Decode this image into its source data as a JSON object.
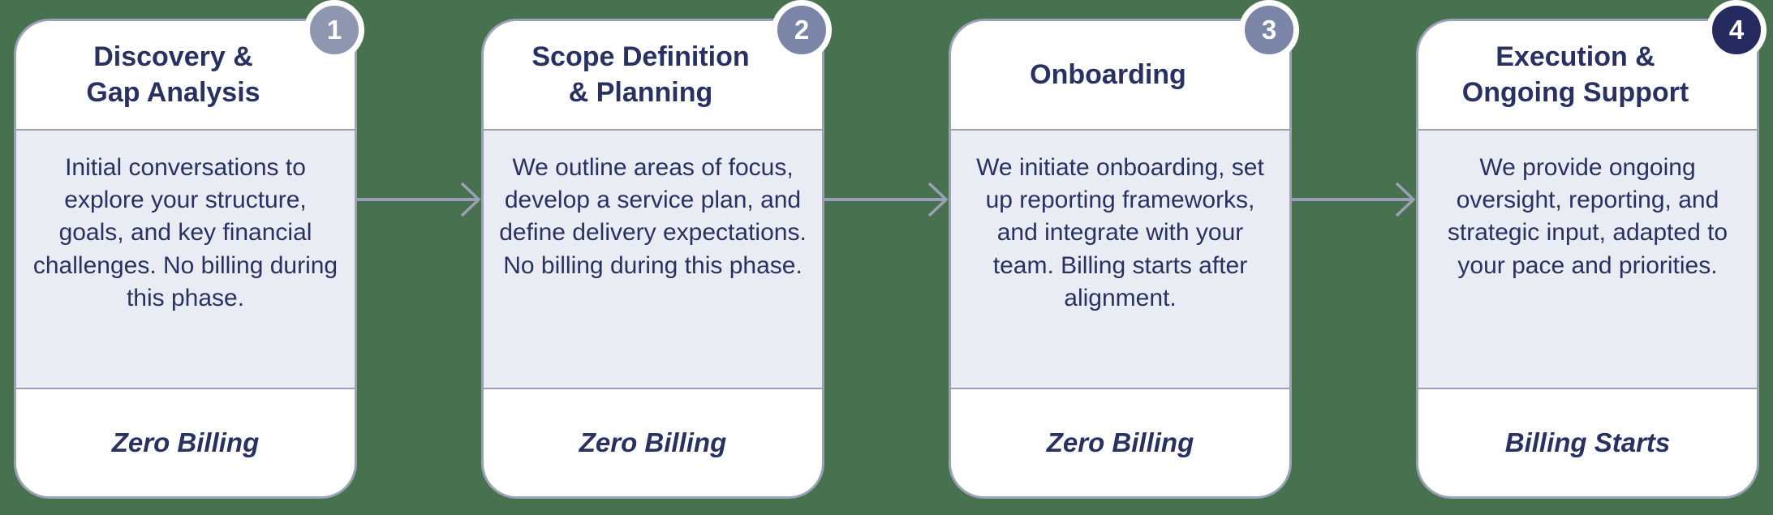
{
  "diagram": {
    "type": "process-flow",
    "step_count": 4
  },
  "colors": {
    "background": "#47714F",
    "card_background": "#FFFFFF",
    "card_body_background": "#E9EDF3",
    "card_border": "#99A1B6",
    "arrow": "#99A1B6",
    "text": "#293163",
    "badge_text": "#FFFFFF"
  },
  "steps": [
    {
      "number": "1",
      "badge_color": "#8F97B0",
      "title": "Discovery &\nGap Analysis",
      "body": "Initial conversations to explore your structure, goals, and key financial challenges. No billing during this phase.",
      "footer": "Zero Billing"
    },
    {
      "number": "2",
      "badge_color": "#7A85A8",
      "title": "Scope Definition\n& Planning",
      "body": "We outline areas of focus, develop a service plan, and define delivery expectations. No billing during this phase.",
      "footer": "Zero Billing"
    },
    {
      "number": "3",
      "badge_color": "#7A85A8",
      "title": "Onboarding",
      "body": "We initiate onboarding, set up reporting frameworks, and integrate with your team. Billing starts after alignment.",
      "footer": "Zero Billing"
    },
    {
      "number": "4",
      "badge_color": "#252B5E",
      "title": "Execution &\nOngoing Support",
      "body": "We provide ongoing oversight, reporting, and strategic input, adapted to your pace and priorities.",
      "footer": "Billing Starts"
    }
  ]
}
